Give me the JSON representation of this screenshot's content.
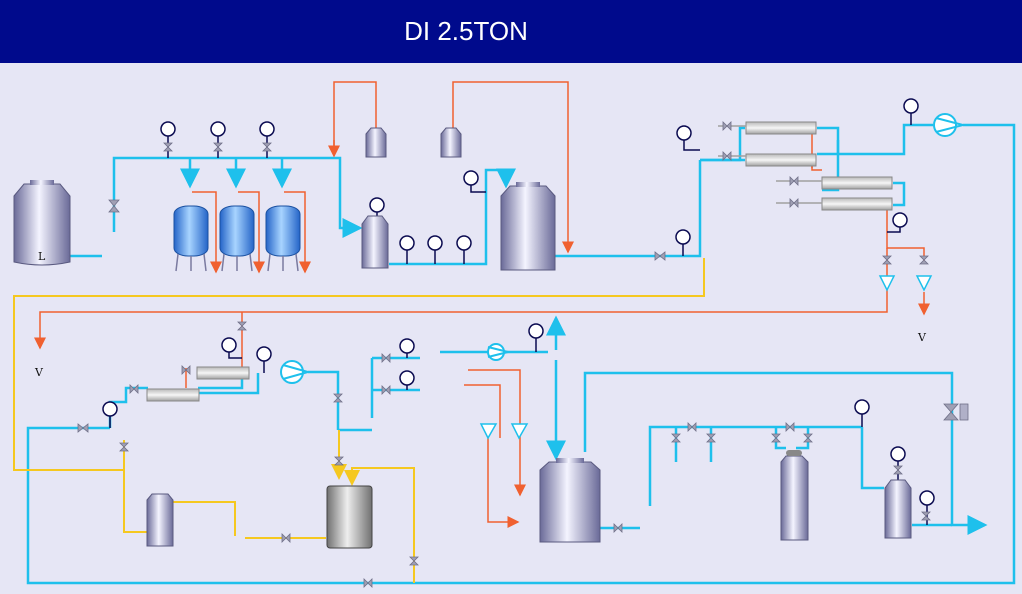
{
  "header": {
    "title": "DI 2.5TON"
  },
  "labels": {
    "tank_letter": "L",
    "vent_right": "V",
    "vent_left": "V"
  },
  "colors": {
    "header_bg": "#000a8c",
    "background": "#e6e6f5",
    "water_line": "#1ec0ec",
    "drain_line": "#f06030",
    "yellow_line": "#f5c820",
    "gauge_line": "#0a0a50",
    "equipment": "#9898c0",
    "resin_vessel": "#3c8ee0"
  },
  "icons": [
    "pressure-gauge-icon",
    "valve-icon",
    "pump-icon",
    "tank-icon",
    "filter-housing-icon",
    "membrane-module-icon",
    "flow-arrow-icon"
  ]
}
